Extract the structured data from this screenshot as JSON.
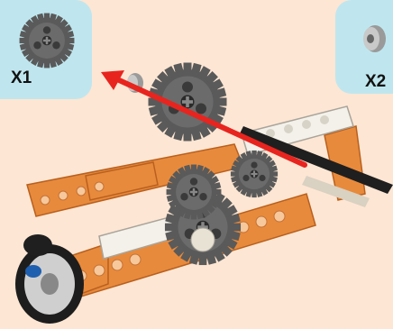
{
  "parts_callouts": [
    {
      "part": "gear-24-tooth",
      "quantity": "X1"
    },
    {
      "part": "bush",
      "quantity": "X2"
    }
  ],
  "colors": {
    "background": "#fde6d3",
    "callout_bg": "#bfe6ee",
    "beam_orange": "#e88a3c",
    "beam_white": "#f4f1ea",
    "gear_gray": "#555555",
    "arrow_red": "#e8241f",
    "axle_black": "#1f1f1f",
    "wheel_blue": "#1f5fb0"
  },
  "icons": [
    "gear-icon",
    "bush-icon",
    "insert-arrow-icon"
  ]
}
